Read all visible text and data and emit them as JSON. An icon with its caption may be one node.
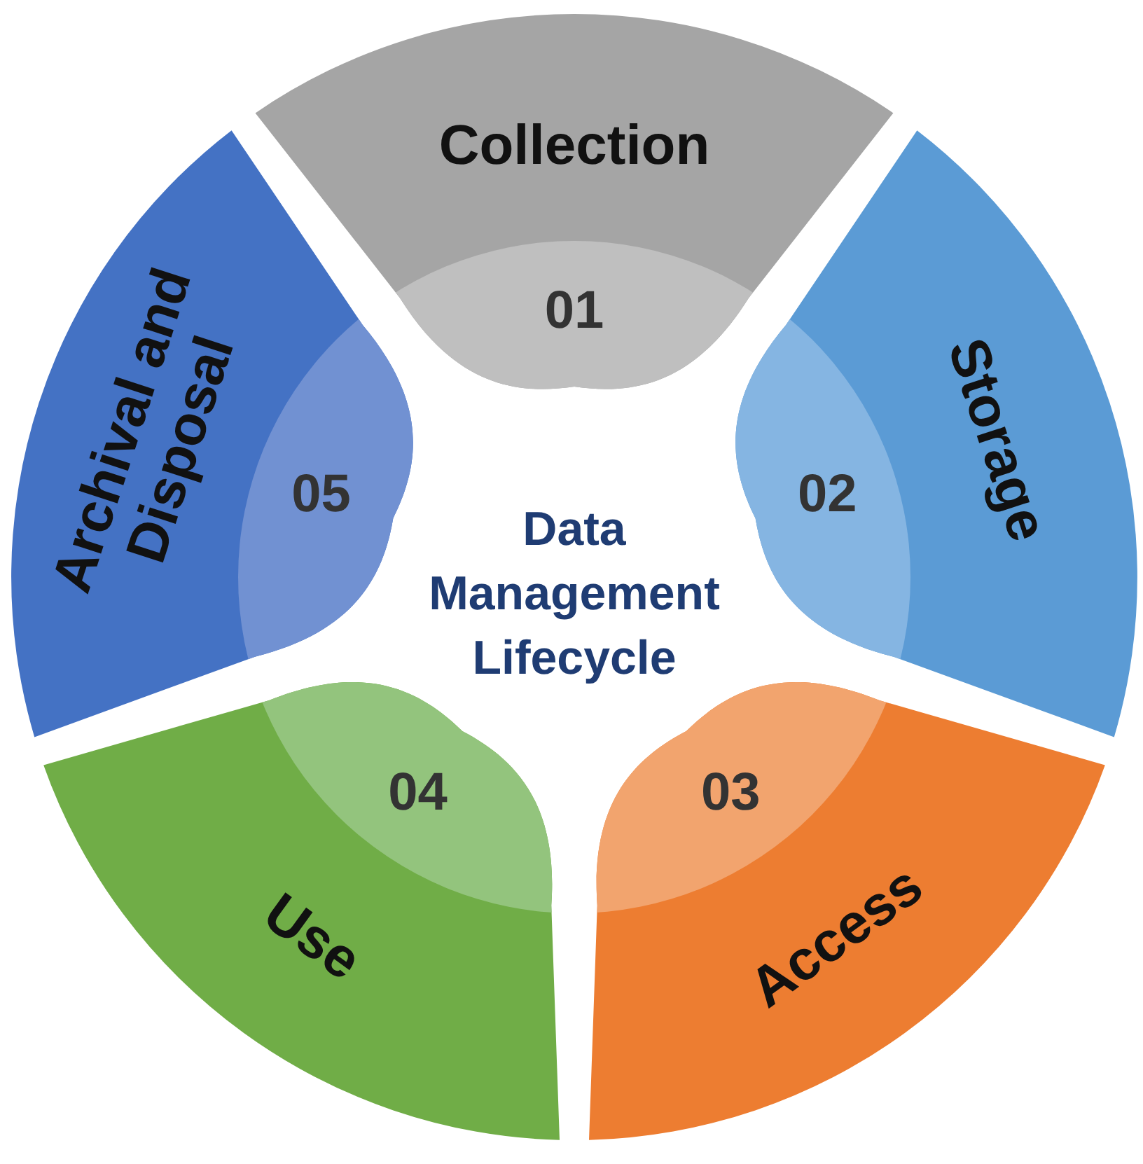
{
  "diagram": {
    "title": "Data Management Lifecycle",
    "nodes": [
      {
        "text": [
          "Collection",
          "01"
        ]
      },
      {
        "text": [
          "Storage",
          "02"
        ]
      },
      {
        "text": [
          "Access",
          "03"
        ]
      },
      {
        "text": [
          "Use",
          "04"
        ]
      },
      {
        "text": [
          "Archival and Disposal",
          "05"
        ]
      }
    ]
  }
}
